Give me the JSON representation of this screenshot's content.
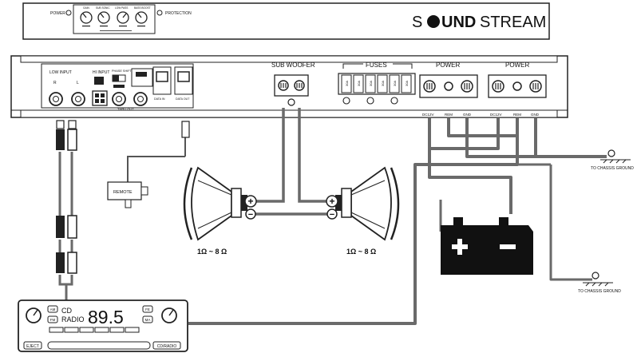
{
  "top_panel": {
    "power_label": "POWER",
    "protection_label": "PROTECTION",
    "knob_labels": [
      "GAIN",
      "SUB SONIC",
      "LOW PASS",
      "BASS BOOST"
    ],
    "brand_prefix": "S",
    "brand_bold": "UND",
    "brand_suffix": "STREAM"
  },
  "amp_side": {
    "low_input_label": "LOW INPUT",
    "r_label": "R",
    "l_label": "L",
    "hi_input_label": "HI INPUT",
    "phase_shift_label": "PHASE SHIFT",
    "thru_out_label": "THRU OUT",
    "data_in_label": "DATA IN",
    "data_out_label": "DATA OUT",
    "subwoofer_label": "SUB WOOFER",
    "fuses_label": "FUSES",
    "fuse_ratings": [
      "30A",
      "30A",
      "30A",
      "30A",
      "30A",
      "30A"
    ],
    "power_label_1": "POWER",
    "power_label_2": "POWER",
    "dc12v_label_1": "DC12V",
    "rem_label_1": "REM",
    "gnd_label_1": "GND",
    "dc12v_label_2": "DC12V",
    "rem_label_2": "REM",
    "gnd_label_2": "GND"
  },
  "wiring": {
    "remote_label": "REMOTE",
    "speaker_left_impedance": "1Ω ~ 8 Ω",
    "speaker_right_impedance": "1Ω ~ 8 Ω",
    "plus_symbol": "+",
    "minus_symbol": "−",
    "chassis_ground_1": "TO CHASSIS GROUND",
    "chassis_ground_2": "TO CHASSIS GROUND"
  },
  "head_unit": {
    "am_label": "AM",
    "fm_label": "FM",
    "cd_label": "CD",
    "radio_label": "RADIO",
    "frequency": "89.5",
    "fe_label": "FE",
    "ma_label": "MA",
    "eject_label": "EJECT",
    "cd_radio_label": "CD/RADIO"
  },
  "colors": {
    "wire": "#6a6a6a",
    "outline": "#1a1a1a",
    "battery": "#111111"
  }
}
